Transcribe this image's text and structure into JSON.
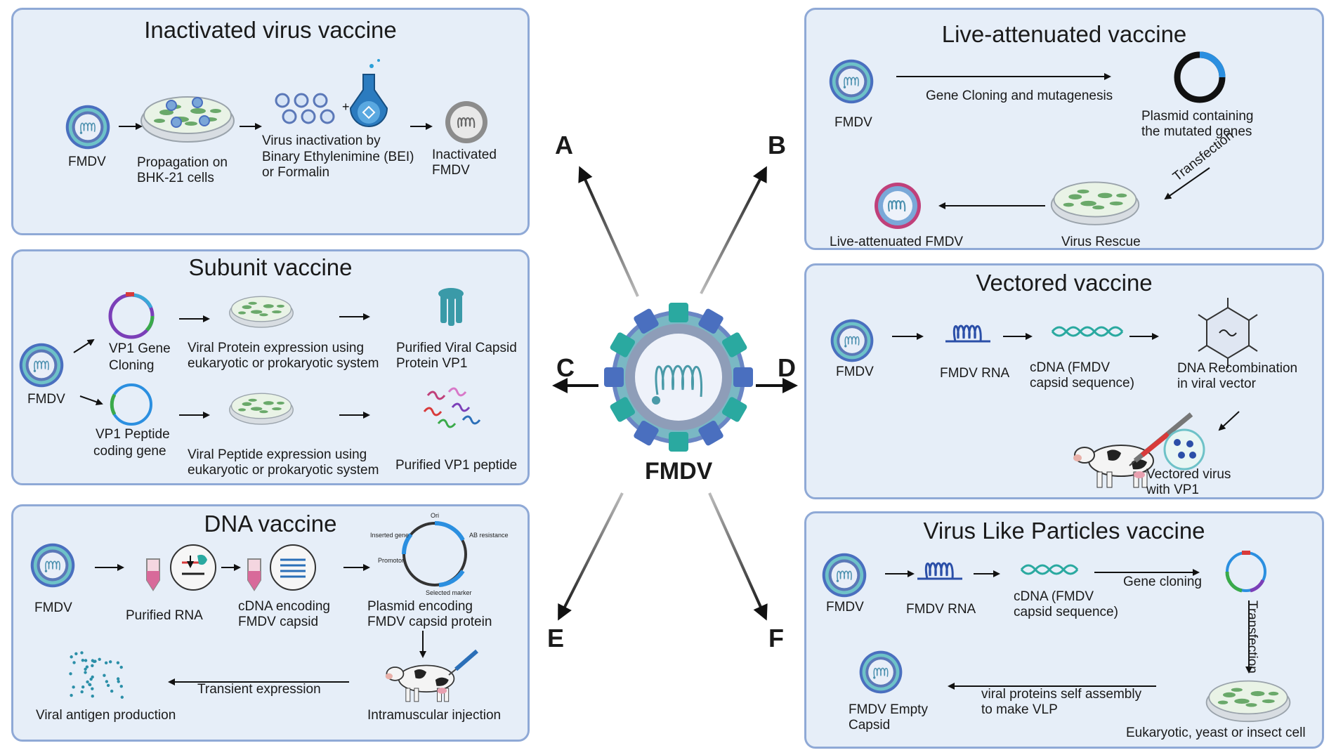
{
  "center": {
    "label": "FMDV"
  },
  "letters": {
    "a": "A",
    "b": "B",
    "c": "C",
    "d": "D",
    "e": "E",
    "f": "F"
  },
  "panels": {
    "inactivated": {
      "title": "Inactivated virus vaccine",
      "fmdv": "FMDV",
      "propagation": [
        "Propagation on",
        "BHK-21 cells"
      ],
      "inactivation": [
        "Virus inactivation by",
        "Binary Ethylenimine (BEI)",
        "or Formalin"
      ],
      "product": [
        "Inactivated",
        "FMDV"
      ]
    },
    "live": {
      "title": "Live-attenuated vaccine",
      "fmdv": "FMDV",
      "cloning": "Gene Cloning and mutagenesis",
      "plasmid": [
        "Plasmid containing",
        "the mutated genes"
      ],
      "transfection": "Transfection",
      "rescue": "Virus Rescue",
      "product": "Live-attenuated FMDV"
    },
    "subunit": {
      "title": "Subunit vaccine",
      "fmdv": "FMDV",
      "vp1_gene": [
        "VP1 Gene",
        "Cloning"
      ],
      "protein_expr": [
        "Viral Protein expression using",
        "eukaryotic or prokaryotic system"
      ],
      "purified_protein": [
        "Purified Viral Capsid",
        "Protein VP1"
      ],
      "vp1_peptide": [
        "VP1 Peptide",
        "coding gene"
      ],
      "peptide_expr": [
        "Viral Peptide expression using",
        "eukaryotic or prokaryotic system"
      ],
      "purified_peptide": "Purified VP1 peptide"
    },
    "vectored": {
      "title": "Vectored vaccine",
      "fmdv": "FMDV",
      "rna": "FMDV RNA",
      "cdna": [
        "cDNA  (FMDV",
        "capsid sequence)"
      ],
      "recomb": [
        "DNA Recombination",
        "in viral vector"
      ],
      "vectored_virus": [
        "Vectored virus",
        "with VP1"
      ]
    },
    "dna": {
      "title": "DNA vaccine",
      "fmdv": "FMDV",
      "purified_rna": "Purified RNA",
      "cdna": [
        "cDNA encoding",
        "FMDV capsid"
      ],
      "plasmid": [
        "Plasmid encoding",
        "FMDV capsid protein"
      ],
      "plasmid_parts": {
        "ori": "Ori",
        "inserted": "Inserted gene",
        "ab": "AB resistance",
        "promotor": "Promotor",
        "marker": "Selected marker"
      },
      "transient": "Transient expression",
      "antigen": "Viral antigen production",
      "injection": "Intramuscular injection"
    },
    "vlp": {
      "title": "Virus Like Particles vaccine",
      "fmdv": "FMDV",
      "rna": "FMDV RNA",
      "cdna": [
        "cDNA  (FMDV",
        "capsid sequence)"
      ],
      "cloning": "Gene cloning",
      "transfection": "Transfection",
      "assembly": [
        "viral proteins self assembly",
        "to make VLP"
      ],
      "capsid": [
        "FMDV Empty",
        "Capsid"
      ],
      "cell": "Eukaryotic, yeast or insect cell"
    }
  },
  "colors": {
    "panel_bg": "#e6eef8",
    "panel_border": "#8fa9d6",
    "virus_outer": "#4a6fbf",
    "virus_inner": "#5a8fae",
    "rna_teal": "#2aa9a0"
  }
}
